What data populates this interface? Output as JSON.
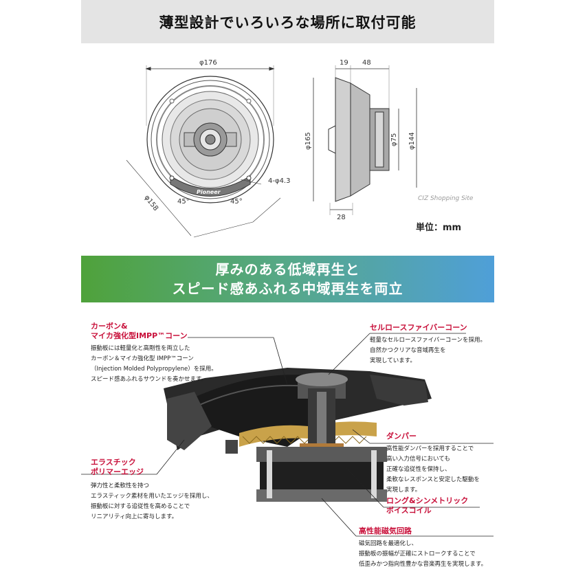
{
  "top_banner": {
    "title": "薄型設計でいろいろな場所に取付可能"
  },
  "dims": {
    "front_width": "φ176",
    "front_diag": "φ158",
    "angle_left": "45°",
    "angle_right": "45°",
    "holes": "4-φ4.3",
    "brand": "Pioneer",
    "side_19": "19",
    "side_48": "48",
    "side_165": "φ165",
    "side_75": "φ75",
    "side_144": "φ144",
    "side_28": "28"
  },
  "watermark": "CIZ Shopping Site",
  "unit_label": "単位：mm",
  "mid_banner": {
    "line1": "厚みのある低域再生と",
    "line2": "スピード感あふれる中域再生を両立"
  },
  "features": {
    "cone": {
      "title1": "カーボン&",
      "title2": "マイカ強化型IMPP™コーン",
      "desc": [
        "振動板には軽量化と高剛性を両立した",
        "カーボン＆マイカ強化型 IMPP™コーン",
        "（Injection Molded Polypropylene）を採用。",
        "スピード感あふれるサウンドを奏かせます。"
      ]
    },
    "cellulose": {
      "title": "セルロースファイバーコーン",
      "desc": [
        "軽量なセルロースファイバーコーンを採用。",
        "自然かつクリアな音域再生を",
        "実現しています。"
      ]
    },
    "damper": {
      "title": "ダンパー",
      "desc": [
        "高性能ダンパーを採用することで",
        "高い入力信号においても",
        "正確な追従性を保持し、",
        "柔軟なレスポンスと安定した駆動を",
        "実現します。"
      ]
    },
    "edge": {
      "title1": "エラスチック",
      "title2": "ポリマーエッジ",
      "desc": [
        "弾力性と柔軟性を持つ",
        "エラスティック素材を用いたエッジを採用し、",
        "振動板に対する追従性を高めることで",
        "リニアリティ向上に寄与します。"
      ]
    },
    "coil": {
      "title1": "ロング&シンメトリック",
      "title2": "ボイスコイル"
    },
    "magnet": {
      "title": "高性能磁気回路",
      "desc": [
        "磁気回路を最適化し、",
        "振動板の振幅が正確にストロークすることで",
        "低歪みかつ指向性豊かな音楽再生を実現します。"
      ]
    }
  }
}
